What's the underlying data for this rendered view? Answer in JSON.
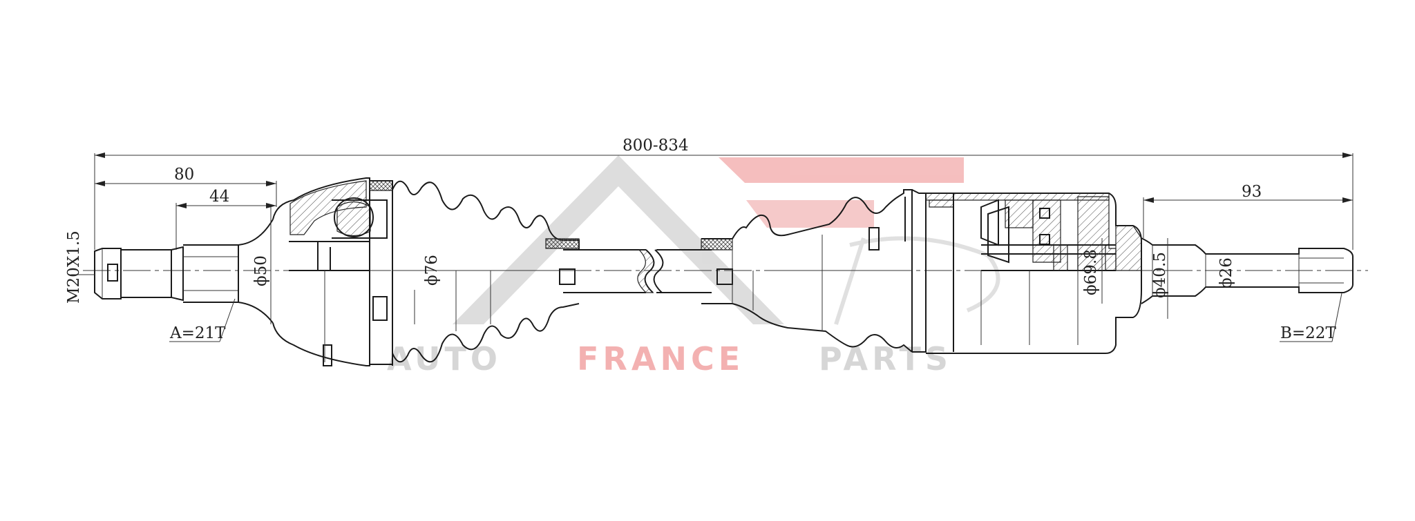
{
  "drawing": {
    "total_length": "800-834",
    "left_len_outer": "80",
    "left_len_inner": "44",
    "right_len": "93",
    "thread": "M20X1.5",
    "spline_a": "A=21T",
    "spline_b": "B=22T",
    "dia_50": "ϕ50",
    "dia_76": "ϕ76",
    "dia_69_8": "ϕ69.8",
    "dia_40_5": "ϕ40.5",
    "dia_26": "ϕ26"
  },
  "watermark": {
    "word1": "AUTO",
    "word2": "FRANCE",
    "word3": "PARTS",
    "accent": "#e8202a",
    "grey": "#cfcfcf"
  }
}
